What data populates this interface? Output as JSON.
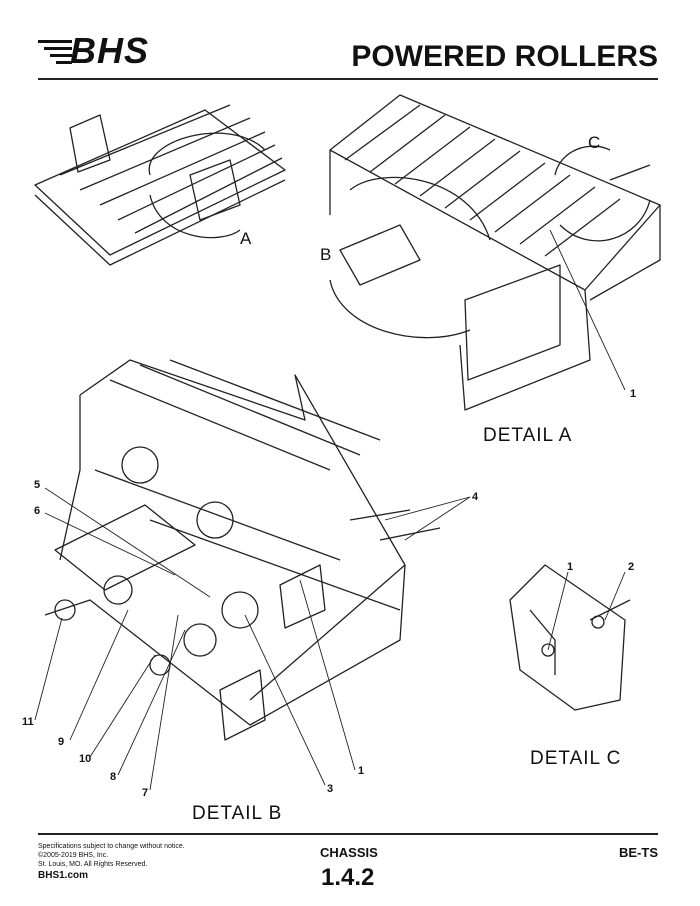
{
  "header": {
    "brand": "BHS",
    "title": "POWERED ROLLERS"
  },
  "drawing": {
    "detail_labels": {
      "a": "DETAIL  A",
      "b": "DETAIL  B",
      "c": "DETAIL  C"
    },
    "view_letters": [
      "A",
      "B",
      "C"
    ],
    "callouts": [
      "1",
      "1",
      "2",
      "3",
      "4",
      "5",
      "6",
      "7",
      "8",
      "9",
      "10",
      "11",
      "1"
    ]
  },
  "footer": {
    "disclaimer": "Specifications subject to change without notice.",
    "copyright": "©2005-2019 BHS, Inc.",
    "address": "St. Louis, MO. All Rights Reserved.",
    "website": "BHS1.com",
    "section": "CHASSIS",
    "section_number": "1.4.2",
    "model_code": "BE-TS"
  }
}
